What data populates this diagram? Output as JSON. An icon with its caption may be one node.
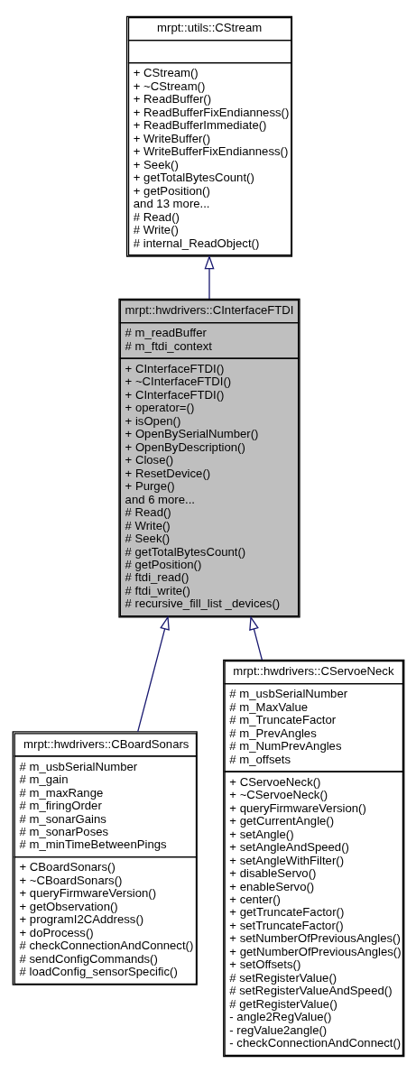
{
  "diagram": {
    "nodes": [
      {
        "text": [
          "mrpt::utils::CStream",
          "+ CStream()",
          "+ ~CStream()",
          "+ ReadBuffer()",
          "+ ReadBufferFixEndianness()",
          "+ ReadBufferImmediate()",
          "+ WriteBuffer()",
          "+ WriteBufferFixEndianness()",
          "+ Seek()",
          "+ getTotalBytesCount()",
          "+ getPosition()",
          "and 13 more...",
          "# Read()",
          "# Write()",
          "# internal_ReadObject()"
        ]
      },
      {
        "text": [
          "mrpt::hwdrivers::CInterfaceFTDI",
          "# m_readBuffer",
          "# m_ftdi_context",
          "+ CInterfaceFTDI()",
          "+ ~CInterfaceFTDI()",
          "+ CInterfaceFTDI()",
          "+ operator=()",
          "+ isOpen()",
          "+ OpenBySerialNumber()",
          "+ OpenByDescription()",
          "+ Close()",
          "+ ResetDevice()",
          "+ Purge()",
          "and 6 more...",
          "# Read()",
          "# Write()",
          "# Seek()",
          "# getTotalBytesCount()",
          "# getPosition()",
          "# ftdi_read()",
          "# ftdi_write()",
          "# recursive_fill_list _devices()"
        ]
      },
      {
        "text": [
          "mrpt::hwdrivers::CBoardSonars",
          "# m_usbSerialNumber",
          "# m_gain",
          "# m_maxRange",
          "# m_firingOrder",
          "# m_sonarGains",
          "# m_sonarPoses",
          "# m_minTimeBetweenPings",
          "+ CBoardSonars()",
          "+ ~CBoardSonars()",
          "+ queryFirmwareVersion()",
          "+ getObservation()",
          "+ programI2CAddress()",
          "+ doProcess()",
          "# checkConnectionAndConnect()",
          "# sendConfigCommands()",
          "# loadConfig_sensorSpecific()"
        ]
      },
      {
        "text": [
          "mrpt::hwdrivers::CServoeNeck",
          "# m_usbSerialNumber",
          "# m_MaxValue",
          "# m_TruncateFactor",
          "# m_PrevAngles",
          "# m_NumPrevAngles",
          "# m_offsets",
          "+ CServoeNeck()",
          "+ ~CServoeNeck()",
          "+ queryFirmwareVersion()",
          "+ getCurrentAngle()",
          "+ setAngle()",
          "+ setAngleAndSpeed()",
          "+ setAngleWithFilter()",
          "+ disableServo()",
          "+ enableServo()",
          "+ center()",
          "+ getTruncateFactor()",
          "+ setTruncateFactor()",
          "+ setNumberOfPreviousAngles()",
          "+ getNumberOfPreviousAngles()",
          "+ setOffsets()",
          "# setRegisterValue()",
          "# setRegisterValueAndSpeed()",
          "# getRegisterValue()",
          "- angle2RegValue()",
          "- regValue2angle()",
          "- checkConnectionAndConnect()"
        ]
      }
    ],
    "edges": [
      {
        "from": 1,
        "to": 0,
        "arrow": "to"
      },
      {
        "from": 2,
        "to": 1,
        "arrow": "to"
      },
      {
        "from": 3,
        "to": 1,
        "arrow": "to"
      }
    ]
  }
}
